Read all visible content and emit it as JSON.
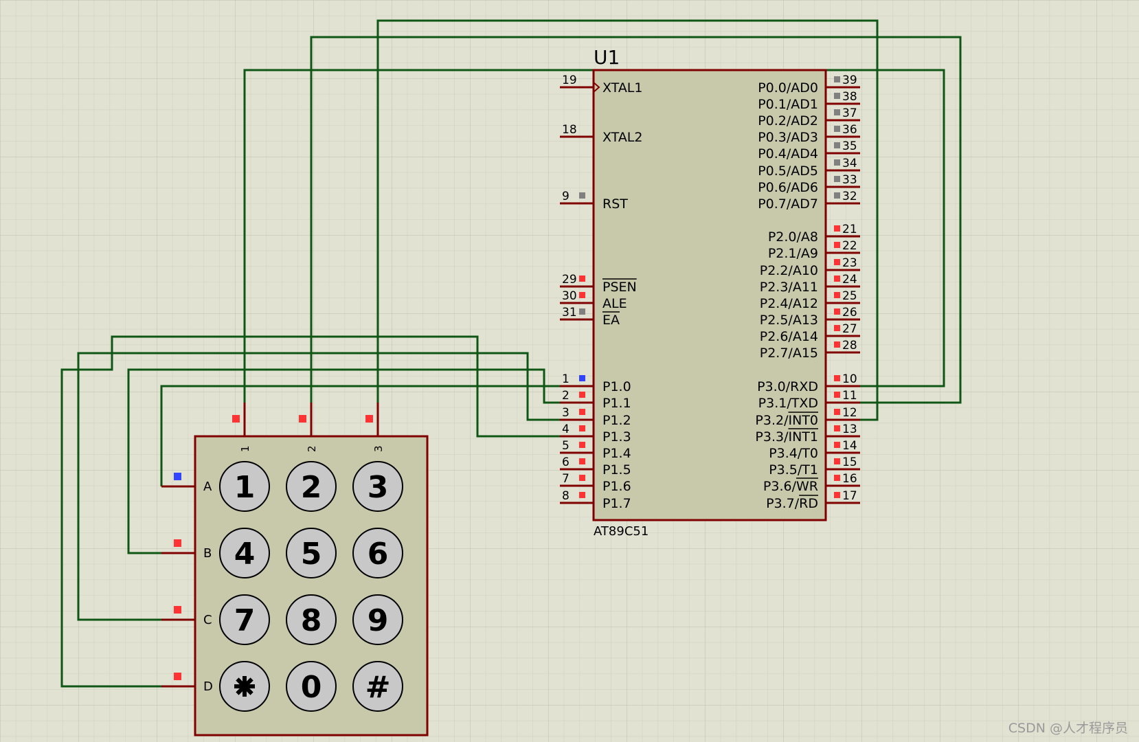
{
  "chip": {
    "ref": "U1",
    "part": "AT89C51",
    "left_pins": [
      {
        "num": "19",
        "name": "XTAL1",
        "marker": "none",
        "clock": true
      },
      {
        "num": "18",
        "name": "XTAL2",
        "marker": "none"
      },
      {
        "num": "9",
        "name": "RST",
        "marker": "gray"
      },
      {
        "num": "29",
        "name": "PSEN",
        "marker": "red",
        "overbar": true
      },
      {
        "num": "30",
        "name": "ALE",
        "marker": "red",
        "overbar": "ALE_partial"
      },
      {
        "num": "31",
        "name": "EA",
        "marker": "gray",
        "overbar": true
      },
      {
        "num": "1",
        "name": "P1.0",
        "marker": "blue"
      },
      {
        "num": "2",
        "name": "P1.1",
        "marker": "red"
      },
      {
        "num": "3",
        "name": "P1.2",
        "marker": "red"
      },
      {
        "num": "4",
        "name": "P1.3",
        "marker": "red"
      },
      {
        "num": "5",
        "name": "P1.4",
        "marker": "red"
      },
      {
        "num": "6",
        "name": "P1.5",
        "marker": "red"
      },
      {
        "num": "7",
        "name": "P1.6",
        "marker": "red"
      },
      {
        "num": "8",
        "name": "P1.7",
        "marker": "red"
      }
    ],
    "right_pins": [
      {
        "num": "39",
        "name": "P0.0/AD0",
        "marker": "gray"
      },
      {
        "num": "38",
        "name": "P0.1/AD1",
        "marker": "gray"
      },
      {
        "num": "37",
        "name": "P0.2/AD2",
        "marker": "gray"
      },
      {
        "num": "36",
        "name": "P0.3/AD3",
        "marker": "gray"
      },
      {
        "num": "35",
        "name": "P0.4/AD4",
        "marker": "gray"
      },
      {
        "num": "34",
        "name": "P0.5/AD5",
        "marker": "gray"
      },
      {
        "num": "33",
        "name": "P0.6/AD6",
        "marker": "gray"
      },
      {
        "num": "32",
        "name": "P0.7/AD7",
        "marker": "gray"
      },
      {
        "num": "21",
        "name": "P2.0/A8",
        "marker": "red"
      },
      {
        "num": "22",
        "name": "P2.1/A9",
        "marker": "red"
      },
      {
        "num": "23",
        "name": "P2.2/A10",
        "marker": "red"
      },
      {
        "num": "24",
        "name": "P2.3/A11",
        "marker": "red"
      },
      {
        "num": "25",
        "name": "P2.4/A12",
        "marker": "red"
      },
      {
        "num": "26",
        "name": "P2.5/A13",
        "marker": "red"
      },
      {
        "num": "27",
        "name": "P2.6/A14",
        "marker": "red"
      },
      {
        "num": "28",
        "name": "P2.7/A15",
        "marker": "red"
      },
      {
        "num": "10",
        "name": "P3.0/RXD",
        "marker": "red"
      },
      {
        "num": "11",
        "name": "P3.1/TXD",
        "marker": "red"
      },
      {
        "num": "12",
        "name": "P3.2/INT0",
        "marker": "red",
        "overbar_part": "INT0"
      },
      {
        "num": "13",
        "name": "P3.3/INT1",
        "marker": "red",
        "overbar_part": "INT1"
      },
      {
        "num": "14",
        "name": "P3.4/T0",
        "marker": "red"
      },
      {
        "num": "15",
        "name": "P3.5/T1",
        "marker": "red"
      },
      {
        "num": "16",
        "name": "P3.6/WR",
        "marker": "red",
        "overbar_part": "WR"
      },
      {
        "num": "17",
        "name": "P3.7/RD",
        "marker": "red",
        "overbar_part": "RD"
      }
    ]
  },
  "keypad": {
    "rows": [
      "A",
      "B",
      "C",
      "D"
    ],
    "row_markers": [
      "blue",
      "red",
      "red",
      "red"
    ],
    "cols": [
      "1",
      "2",
      "3"
    ],
    "col_markers": [
      "red",
      "red",
      "red"
    ],
    "keys": [
      [
        "1",
        "2",
        "3"
      ],
      [
        "4",
        "5",
        "6"
      ],
      [
        "7",
        "8",
        "9"
      ],
      [
        "*",
        "0",
        "#"
      ]
    ]
  },
  "colors": {
    "background": "#e1e2d2",
    "grid_minor": "#cfd0c0",
    "grid_major": "#bdbeae",
    "wire": "#0f5514",
    "chip_border": "#800000",
    "chip_fill": "#c8c8aa",
    "marker_red": "#ff3333",
    "marker_blue": "#3344ff",
    "marker_gray": "#808080",
    "key_fill": "#c8c8c8"
  },
  "watermark": "CSDN @人才程序员"
}
